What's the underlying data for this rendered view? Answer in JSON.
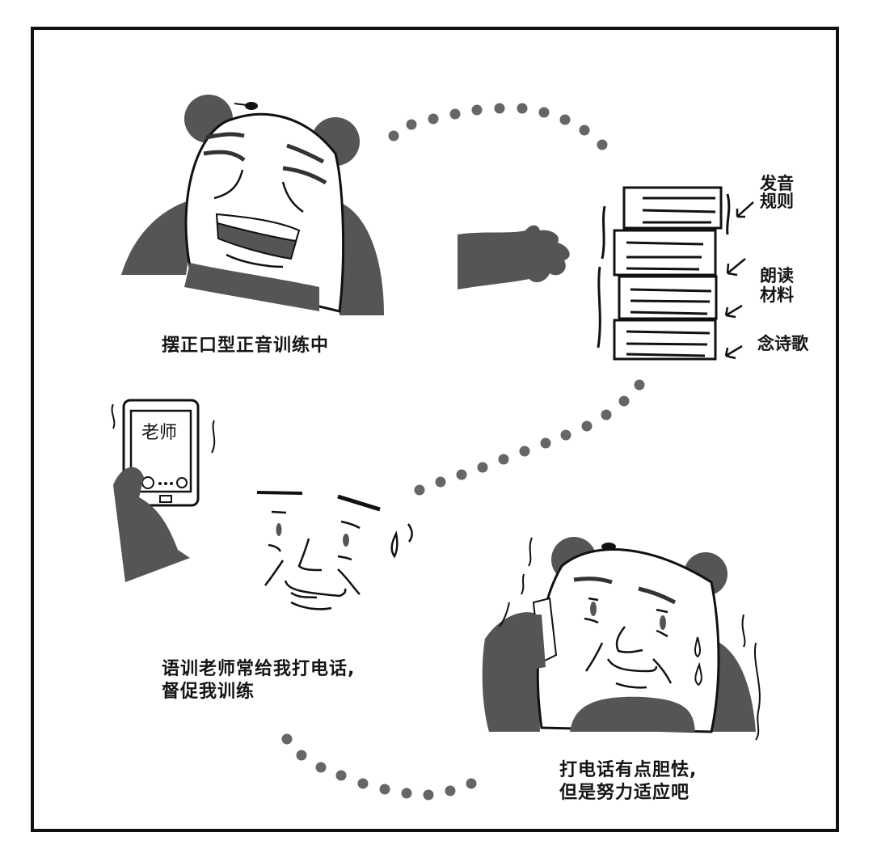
{
  "comic": {
    "panels": [
      {
        "caption": "摆正口型正音训练中"
      },
      {
        "caption_line1": "语训老师常给我打电话,",
        "caption_line2": "督促我训练"
      },
      {
        "caption_line1": "打电话有点胆怯,",
        "caption_line2": "但是努力适应吧"
      }
    ],
    "book_labels": [
      {
        "line1": "发音",
        "line2": "规则"
      },
      {
        "line1": "朗读",
        "line2": "材料"
      },
      {
        "line1": "念诗歌",
        "line2": ""
      }
    ],
    "phone_screen_text": "老师",
    "colors": {
      "ink": "#111111",
      "fill_gray": "#555555",
      "dot_gray": "#666666",
      "background": "#ffffff"
    }
  }
}
